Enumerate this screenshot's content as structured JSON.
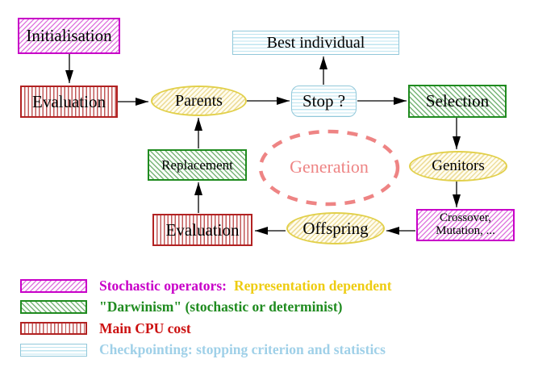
{
  "nodes": {
    "initialisation": {
      "label": "Initialisation"
    },
    "evaluation_top": {
      "label": "Evaluation"
    },
    "parents": {
      "label": "Parents"
    },
    "best_individual": {
      "label": "Best individual"
    },
    "stop": {
      "label": "Stop ?"
    },
    "selection": {
      "label": "Selection"
    },
    "genitors": {
      "label": "Genitors"
    },
    "crossover_mutation": {
      "line1": "Crossover,",
      "line2": "Mutation, ..."
    },
    "replacement": {
      "label": "Replacement"
    },
    "evaluation_bottom": {
      "label": "Evaluation"
    },
    "offspring": {
      "label": "Offspring"
    },
    "generation": {
      "label": "Generation"
    }
  },
  "legend": {
    "rows": [
      {
        "swatch": "stochastic-magenta-diagonal-hatch",
        "label": "Stochastic operators:",
        "label2": "Representation dependent"
      },
      {
        "swatch": "darwinism-green-diagonal-hatch",
        "label": "\"Darwinism\" (stochastic or determinist)"
      },
      {
        "swatch": "cpu-red-vertical-lines",
        "label": "Main CPU cost"
      },
      {
        "swatch": "checkpointing-blue-horizontal-lines",
        "label": "Checkpointing: stopping criterion and statistics"
      }
    ]
  },
  "colors": {
    "stochastic_magenta": "#c800c8",
    "darwinism_green": "#1f8b1f",
    "cpu_red": "#b22222",
    "checkpoint_light_blue": "#92c8da",
    "population_yellow": "#e2d04a",
    "generation_salmon": "#ee8484",
    "representation_gold_text": "#eecc11",
    "checkpoint_blue_text": "#9fd0e8",
    "cpu_red_text": "#cc1111",
    "arrow_black": "#000000"
  }
}
